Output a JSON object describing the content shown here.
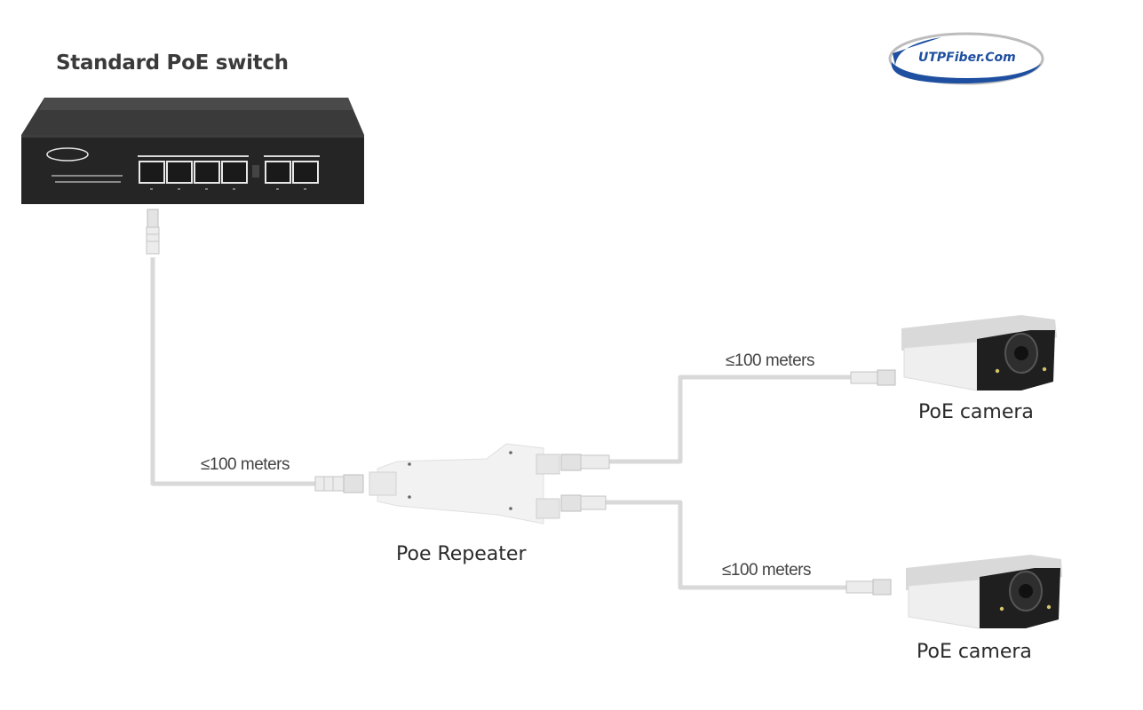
{
  "diagram": {
    "switch_label": "Standard PoE switch",
    "repeater_label": "Poe Repeater",
    "camera_top_label": "PoE camera",
    "camera_bottom_label": "PoE camera",
    "link_switch_repeater": "≤100 meters",
    "link_repeater_camera_top": "≤100 meters",
    "link_repeater_camera_bottom": "≤100 meters"
  },
  "logo": {
    "text": "UTPFiber.Com",
    "colors": {
      "ring": "#1e4fa0",
      "text": "#1e4fa0",
      "accent": "#bdbdbd"
    }
  },
  "colors": {
    "cable": "#d9d9d9",
    "switch_body": "#2a2a2a",
    "repeater_body": "#f1f1f1",
    "camera_body": "#eeeeee",
    "camera_front": "#1f1f1f"
  }
}
